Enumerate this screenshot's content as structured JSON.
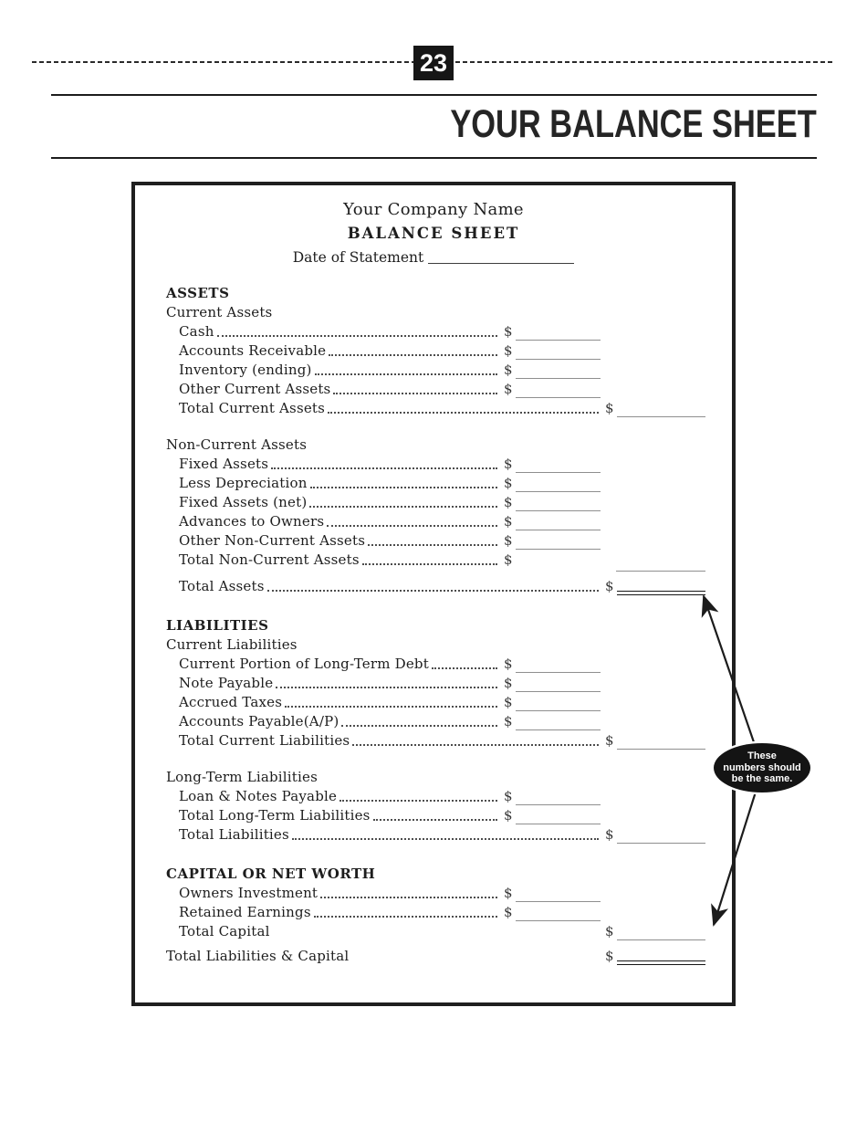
{
  "page": {
    "number": "23",
    "title": "YOUR BALANCE SHEET"
  },
  "form": {
    "company_name": "Your Company Name",
    "title": "BALANCE SHEET",
    "date_label": "Date of Statement",
    "currency_symbol": "$",
    "rows": [
      {
        "type": "section",
        "label": "ASSETS"
      },
      {
        "type": "sub",
        "label": "Current Assets"
      },
      {
        "type": "item1",
        "label": "Cash"
      },
      {
        "type": "item1",
        "label": "Accounts Receivable"
      },
      {
        "type": "item1",
        "label": "Inventory (ending)"
      },
      {
        "type": "item1",
        "label": "Other Current Assets"
      },
      {
        "type": "item2",
        "label": "Total Current Assets"
      },
      {
        "type": "sub",
        "label": "Non-Current Assets",
        "gap": true
      },
      {
        "type": "item1",
        "label": "Fixed Assets"
      },
      {
        "type": "item1",
        "label": "Less Depreciation"
      },
      {
        "type": "item1",
        "label": "Fixed Assets (net)"
      },
      {
        "type": "item1",
        "label": "Advances to Owners"
      },
      {
        "type": "item1",
        "label": "Other Non-Current Assets"
      },
      {
        "type": "item1b",
        "label": "Total Non-Current Assets"
      },
      {
        "type": "lineonly2"
      },
      {
        "type": "item2d",
        "label": "Total Assets",
        "gap": true
      },
      {
        "type": "section",
        "label": "LIABILITIES",
        "gap": true
      },
      {
        "type": "sub",
        "label": "Current Liabilities"
      },
      {
        "type": "item1",
        "label": "Current Portion of Long-Term Debt"
      },
      {
        "type": "item1",
        "label": "Note Payable"
      },
      {
        "type": "item1",
        "label": "Accrued Taxes"
      },
      {
        "type": "item1",
        "label": "Accounts Payable(A/P)"
      },
      {
        "type": "item2",
        "label": "Total Current Liabilities"
      },
      {
        "type": "sub",
        "label": "Long-Term Liabilities",
        "gap": true
      },
      {
        "type": "item1",
        "label": "Loan & Notes Payable"
      },
      {
        "type": "item1",
        "label": "Total Long-Term Liabilities"
      },
      {
        "type": "item2",
        "label": "Total Liabilities"
      },
      {
        "type": "section",
        "label": "CAPITAL OR NET WORTH",
        "gap": true
      },
      {
        "type": "item1",
        "label": "Owners Investment"
      },
      {
        "type": "item1",
        "label": "Retained Earnings"
      },
      {
        "type": "plain2",
        "label": "Total Capital"
      },
      {
        "type": "plain2d",
        "label": "Total Liabilities & Capital",
        "gap": true
      }
    ]
  },
  "callout": {
    "text_lines": [
      "These",
      "numbers should",
      "be the same."
    ]
  },
  "colors": {
    "ink": "#1d1d1d",
    "fill_line": "#8f8f8f",
    "callout_bg": "#141414",
    "callout_text": "#ffffff"
  }
}
